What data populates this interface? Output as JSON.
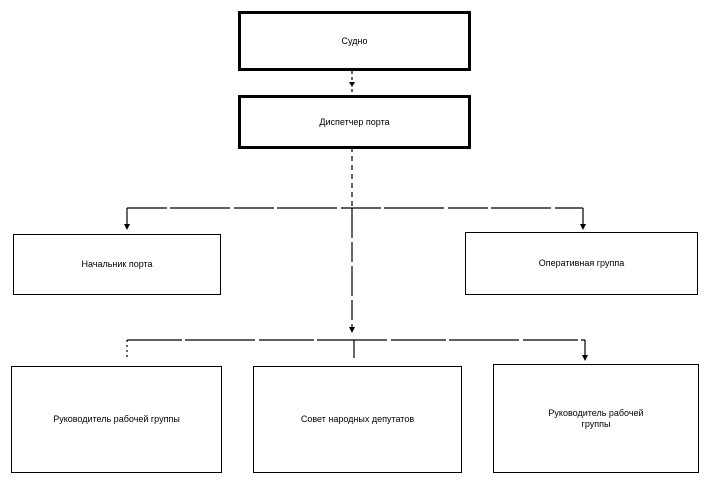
{
  "nodes": {
    "vessel": "Судно",
    "port_dispatcher": "Диспетчер порта",
    "port_chief": "Начальник порта",
    "operational_group": "Оперативная группа",
    "work_group_leader_1": "Руководитель рабочей группы",
    "council_of_deputies": "Совет народных депутатов",
    "work_group_leader_2": "Руководитель рабочей группы"
  },
  "colors": {
    "line": "#000000",
    "background": "#ffffff"
  }
}
